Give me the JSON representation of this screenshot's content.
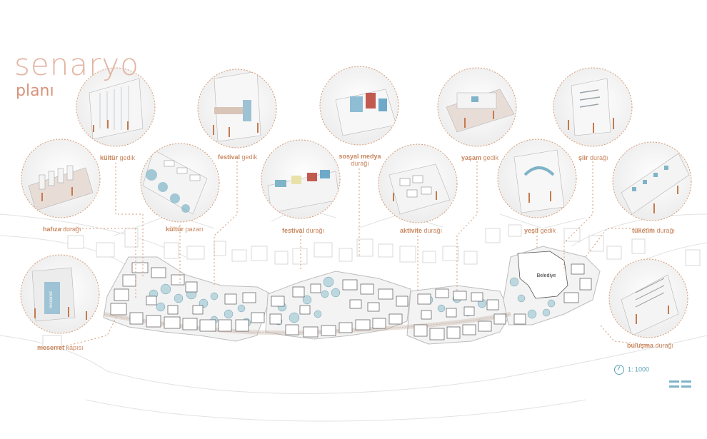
{
  "title": {
    "main": "senaryo",
    "sub": "planı"
  },
  "labels": {
    "kultur_gedik": {
      "kw": "kültür",
      "type": "gedik"
    },
    "festival_gedik": {
      "kw": "festival",
      "type": "gedik"
    },
    "sosyal_medya": {
      "kw": "sosyal medya",
      "type": "durağı"
    },
    "yasam_gedik": {
      "kw": "yaşam",
      "type": "gedik"
    },
    "siir_duragi": {
      "kw": "şiir",
      "type": "durağı"
    },
    "hafiza_duragi": {
      "kw": "hafıza",
      "type": "durağı"
    },
    "kultur_pazari": {
      "kw": "kültür",
      "type": "pazarı"
    },
    "festival_duragi": {
      "kw": "festival",
      "type": "durağı"
    },
    "aktivite_duragi": {
      "kw": "aktivite",
      "type": "durağı"
    },
    "yesil_gedik": {
      "kw": "yeşil",
      "type": "gedik"
    },
    "tuketim_duragi": {
      "kw": "tüketim",
      "type": "durağı"
    },
    "meserret_kapisi": {
      "kw": "meserret",
      "type": "kapısı"
    },
    "bulusma_duragi": {
      "kw": "buluşma",
      "type": "durağı"
    }
  },
  "map": {
    "building_label": "Belediye",
    "sign_text": "meserret"
  },
  "scale": "1: 1000",
  "colors": {
    "accent": "#c9875f",
    "dotted": "#d79a74",
    "water": "#7fb3c8",
    "title": "#e2b4a2"
  }
}
